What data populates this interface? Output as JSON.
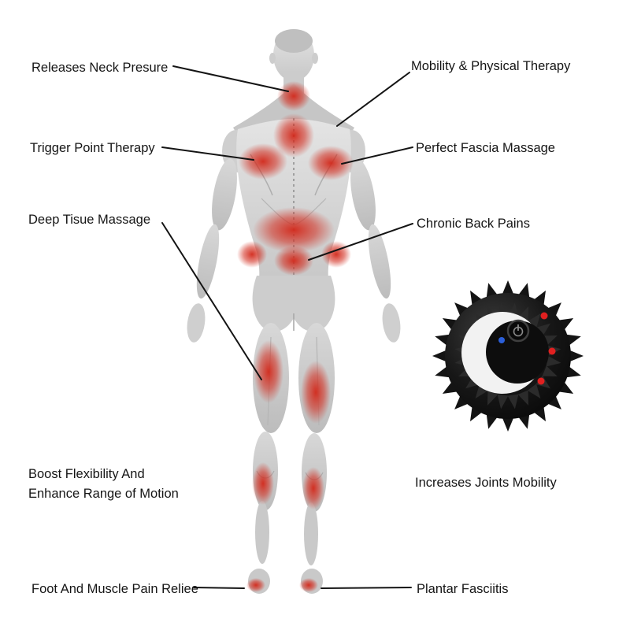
{
  "callouts": {
    "releases_neck": "Releases Neck Presure",
    "mobility": "Mobility & Physical Therapy",
    "trigger_point": "Trigger Point Therapy",
    "fascia": "Perfect Fascia Massage",
    "deep_tissue": "Deep Tisue Massage",
    "chronic_back": "Chronic Back Pains",
    "boost_line1": "Boost Flexibility And",
    "boost_line2": "Enhance Range of Motion",
    "joints": "Increases Joints Mobility",
    "foot_relief": "Foot And Muscle Pain Reliee",
    "plantar": "Plantar Fasciitis"
  },
  "figure": {
    "subject": "human body back view with highlighted muscle pain areas",
    "highlight_areas": [
      "neck",
      "left shoulder blade",
      "right shoulder blade",
      "upper spine",
      "mid back",
      "lower back",
      "hips",
      "left hamstring",
      "right hamstring",
      "left calf",
      "right calf",
      "left heel",
      "right heel"
    ]
  },
  "product": {
    "name": "spiky massage ball",
    "features": [
      "power-button",
      "red LEDs",
      "blue LED",
      "white band"
    ]
  },
  "colors": {
    "highlight_red": "#d2281a",
    "text": "#151515",
    "connector_line": "#141414",
    "body_gray": "#d2d2d2",
    "ball_black": "#101010",
    "ball_band_white": "#f2f2f2",
    "led_red": "#e02020",
    "led_blue": "#2b5fd9"
  }
}
